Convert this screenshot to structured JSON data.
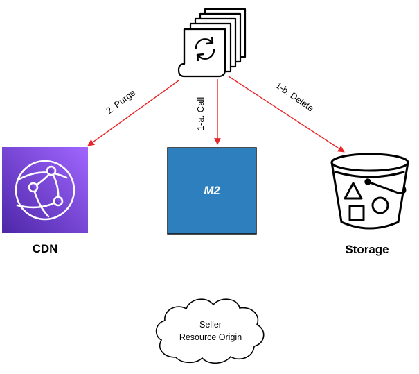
{
  "edges": {
    "purge": "2. Purge",
    "call": "1-a. Call",
    "delete": "1-b. Delete"
  },
  "nodes": {
    "cdn": "CDN",
    "m2": "M2",
    "storage": "Storage",
    "origin_line1": "Seller",
    "origin_line2": "Resource Origin"
  },
  "colors": {
    "arrow": "#e8262a",
    "cdn_gradient_start": "#a166ff",
    "cdn_gradient_end": "#4d27a8",
    "m2_fill": "#2e7fbd",
    "m2_border": "#111111"
  },
  "icons": {
    "job_stack": "document-stack-refresh-icon",
    "cdn": "cloudfront-globe-icon",
    "storage": "s3-bucket-icon",
    "origin": "cloud-icon"
  }
}
